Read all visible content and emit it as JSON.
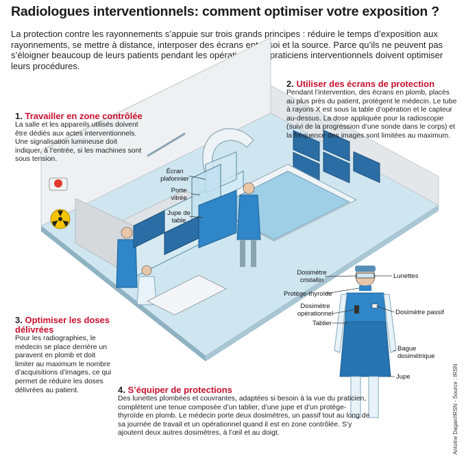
{
  "title": "Radiologues interventionnels: comment optimiser votre exposition ?",
  "intro": "La protection contre les rayonnements s’appuie sur trois grands principes : réduire le temps d’exposition aux rayonnements, se mettre à distance, interposer des écrans entre soi et la source. Parce qu’ils ne peuvent pas s’éloigner beaucoup de leurs patients pendant les opérations, les praticiens interventionnels doivent optimiser leurs procédures.",
  "sections": [
    {
      "num": "1.",
      "heading": "Travailler en zone contrôlée",
      "text": "La salle et les appareils utilisés doivent être dédiés aux actes interventionnels. Une signalisation lumineuse doit indiquer, à l’entrée, si les machines sont sous tension."
    },
    {
      "num": "2.",
      "heading": "Utiliser des écrans de protection",
      "text": "Pendant l’intervention, des écrans en plomb, placés au plus près du patient, protègent le médecin. Le tube à rayons X est sous la table d’opération et le capteur au-dessus. La dose appliquée pour la radioscopie (suivi de la progression d’une sonde dans le corps) et la fréquence des images sont limitées au maximum."
    },
    {
      "num": "3.",
      "heading": "Optimiser les doses délivrées",
      "text": "Pour les radiographies, le médecin se place derrière un paravent en plomb et doit limiter au maximum le nombre d’acquisitions d’images, ce qui permet de réduire les doses délivrées au patient."
    },
    {
      "num": "4.",
      "heading": "S’équiper de protections",
      "text": "Des lunettes plombées et couvrantes, adaptées si besoin à la vue du praticien, complètent une tenue composée d’un tablier, d’une jupe et d’un protège-thyroïde en plomb. Le médecin porte deux dosimètres, un passif tout au long de sa journée de travail et un opérationnel quand il est en zone contrôlée. S’y ajoutent deux autres dosimètres, à l’œil et au doigt."
    }
  ],
  "room_labels": {
    "ecran": "Écran plafonnier",
    "porte": "Porte vitrée",
    "jupe_table": "Jupe de table"
  },
  "figure_labels": {
    "dosimetre_cristallin": "Dosimètre cristallin",
    "lunettes": "Lunettes",
    "protege_thyroide": "Protège-thyroïde",
    "dosimetre_operationnel": "Dosimètre opérationnel",
    "dosimetre_passif": "Dosimètre passif",
    "tablier": "Tablier",
    "bague": "Bague dosimétrique",
    "jupe": "Jupe"
  },
  "credit": "Antoine Dagan/IRSN - Source : IRSN",
  "colors": {
    "accent_red": "#c8102e",
    "apron_blue": "#2f86c8",
    "floor_blue": "#bfe0ef",
    "wall_gray": "#e6e8ea",
    "glass": "#d4ecf6"
  }
}
